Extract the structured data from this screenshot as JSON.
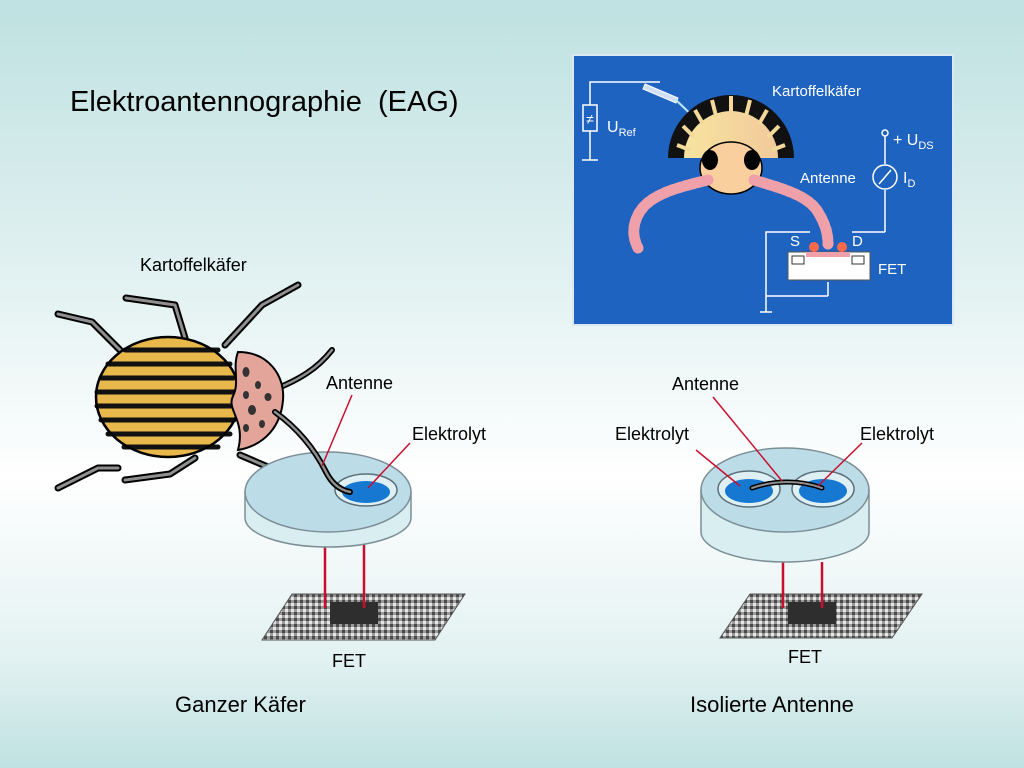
{
  "slide": {
    "title": "Elektroantennographie  (EAG)",
    "caption_left": "Ganzer Käfer",
    "caption_right": "Isolierte Antenne"
  },
  "left_diagram": {
    "beetle_label": "Kartoffelkäfer",
    "antenna_label": "Antenne",
    "electrolyte_label": "Elektrolyt",
    "fet_label": "FET"
  },
  "right_diagram": {
    "antenna_label": "Antenne",
    "electrolyte_left_label": "Elektrolyt",
    "electrolyte_right_label": "Elektrolyt",
    "fet_label": "FET"
  },
  "inset": {
    "beetle_label": "Kartoffelkäfer",
    "uref_main": "U",
    "uref_sub": "Ref",
    "uds_main": "+ U",
    "uds_sub": "DS",
    "antenna_label": "Antenne",
    "id_main": "I",
    "id_sub": "D",
    "source_label": "S",
    "drain_label": "D",
    "fet_label": "FET",
    "neq_symbol": "≠"
  },
  "colors": {
    "inset_background": "#1f63c1",
    "electrolyte": "#1778d2",
    "disc": "#bcdde8",
    "wire": "#c8102e",
    "beetle_stripe_light": "#e8b84a",
    "beetle_pronotum": "#e3a49a",
    "antenna_pink": "#f0a0a8"
  }
}
